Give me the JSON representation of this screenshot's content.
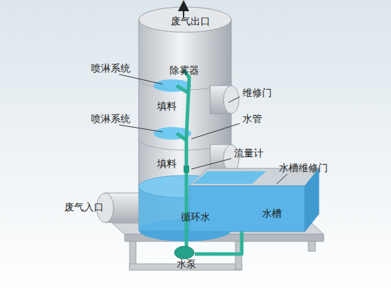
{
  "diagram": {
    "labels": [
      "废气出口",
      "喷淋系统",
      "除雾器",
      "维修门",
      "填料",
      "喷淋系统",
      "水管",
      "填料",
      "流量计",
      "水槽维修门",
      "废气入口",
      "循环水",
      "水槽",
      "水泵"
    ]
  }
}
